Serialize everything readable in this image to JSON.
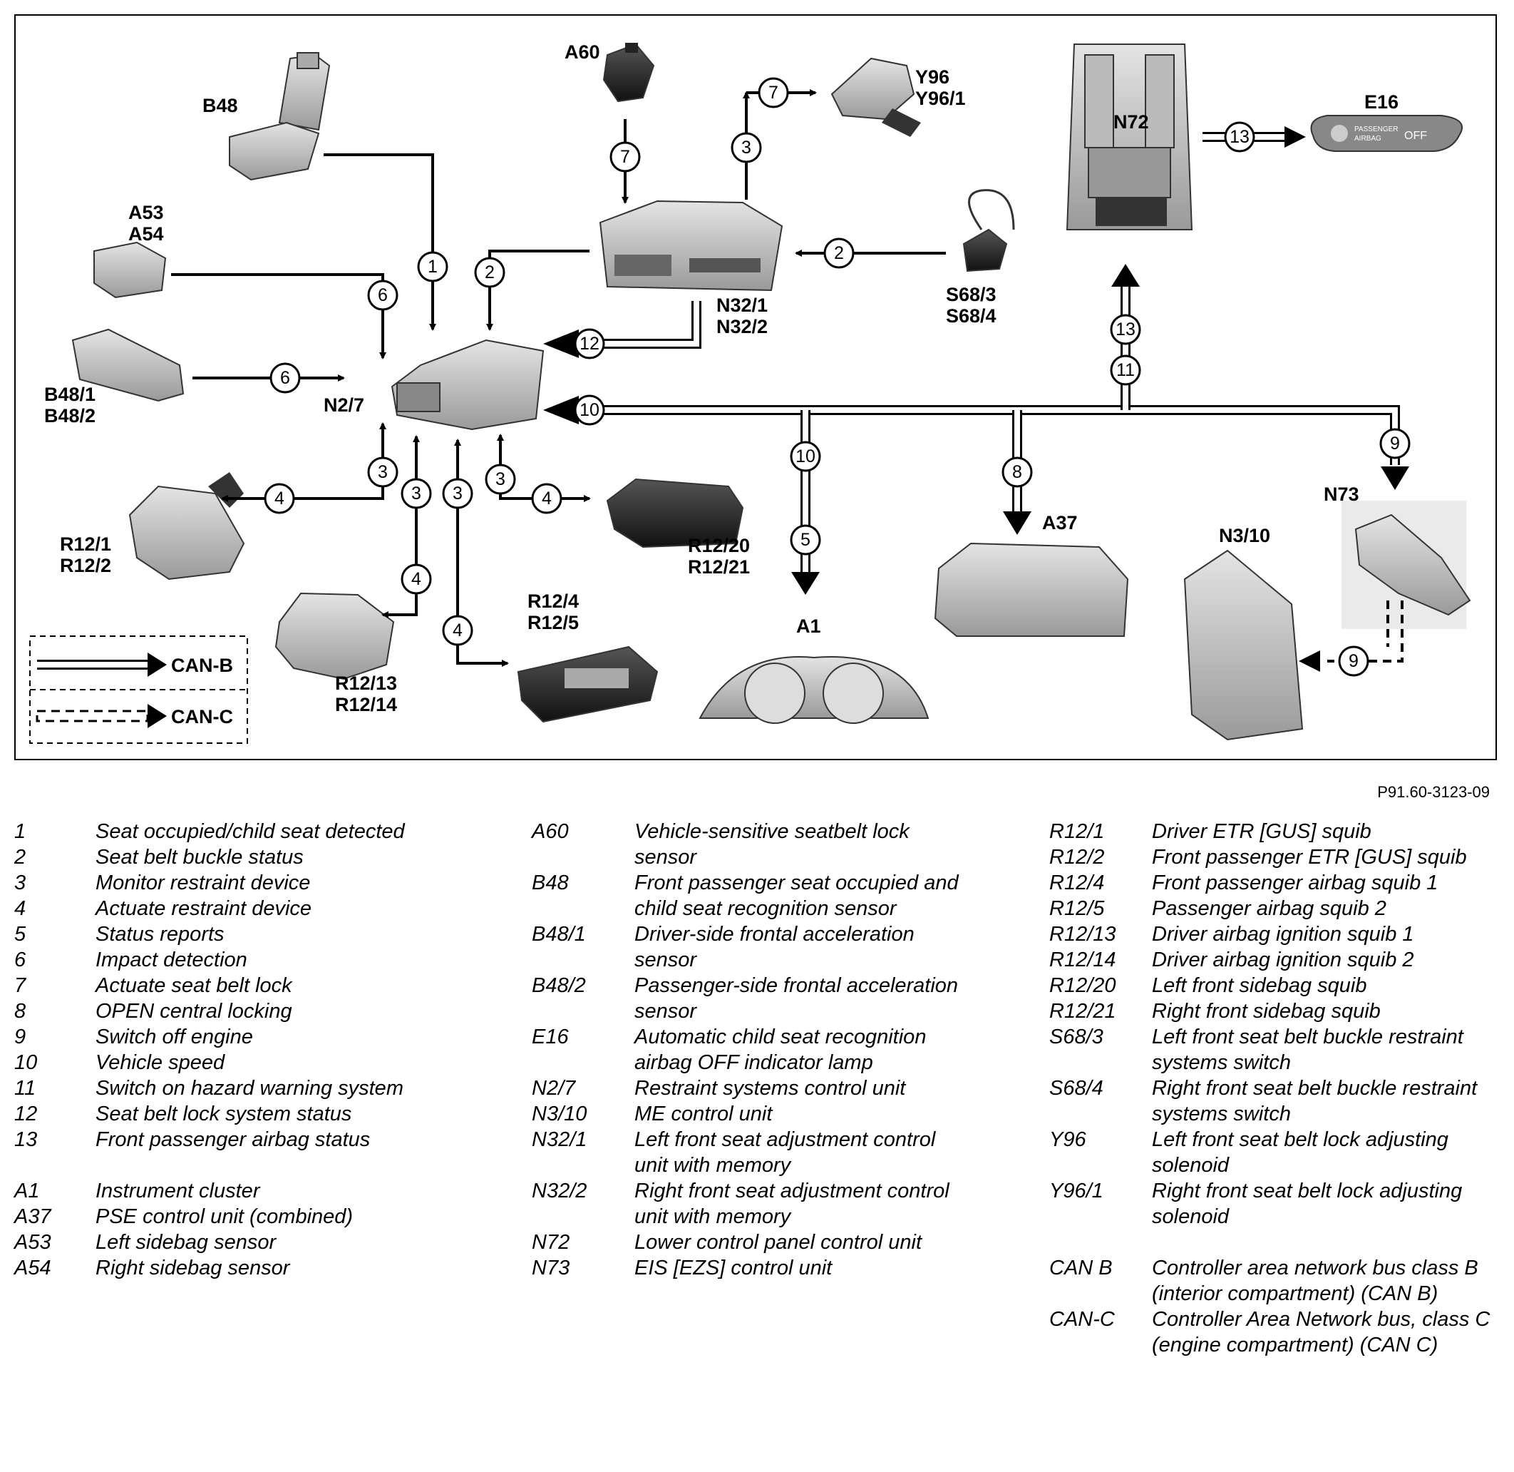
{
  "diagram": {
    "components": {
      "b48": "B48",
      "a60": "A60",
      "y96": "Y96",
      "y96_1": "Y96/1",
      "n72": "N72",
      "e16": "E16",
      "a53": "A53",
      "a54": "A54",
      "n32_1": "N32/1",
      "n32_2": "N32/2",
      "s68_3": "S68/3",
      "s68_4": "S68/4",
      "b48_1": "B48/1",
      "b48_2": "B48/2",
      "n2_7": "N2/7",
      "r12_1": "R12/1",
      "r12_2": "R12/2",
      "r12_20": "R12/20",
      "r12_21": "R12/21",
      "r12_13": "R12/13",
      "r12_14": "R12/14",
      "r12_4": "R12/4",
      "r12_5": "R12/5",
      "a1": "A1",
      "a37": "A37",
      "n3_10": "N3/10",
      "n73": "N73"
    },
    "signal_numbers": [
      "1",
      "2",
      "3",
      "4",
      "5",
      "6",
      "7",
      "8",
      "9",
      "10",
      "11",
      "12",
      "13"
    ],
    "bus_legend": {
      "can_b": "CAN-B",
      "can_c": "CAN-C"
    },
    "e16_lamp_text": {
      "line1": "PASSENGER",
      "line2": "AIRBAG",
      "off": "OFF"
    }
  },
  "figure_id": "P91.60-3123-09",
  "legend": {
    "col1": [
      {
        "code": "1",
        "desc": "Seat occupied/child seat detected"
      },
      {
        "code": "2",
        "desc": "Seat belt buckle status"
      },
      {
        "code": "3",
        "desc": "Monitor restraint device"
      },
      {
        "code": "4",
        "desc": "Actuate restraint device"
      },
      {
        "code": "5",
        "desc": "Status reports"
      },
      {
        "code": "6",
        "desc": "Impact detection"
      },
      {
        "code": "7",
        "desc": "Actuate seat belt lock"
      },
      {
        "code": "8",
        "desc": "OPEN central locking"
      },
      {
        "code": "9",
        "desc": "Switch off engine"
      },
      {
        "code": "10",
        "desc": "Vehicle speed"
      },
      {
        "code": "11",
        "desc": "Switch on hazard warning system"
      },
      {
        "code": "12",
        "desc": "Seat belt lock system status"
      },
      {
        "code": "13",
        "desc": "Front passenger airbag status"
      },
      {
        "code": "",
        "desc": ""
      },
      {
        "code": "A1",
        "desc": "Instrument cluster"
      },
      {
        "code": "A37",
        "desc": "PSE control unit (combined)"
      },
      {
        "code": "A53",
        "desc": "Left sidebag sensor"
      },
      {
        "code": "A54",
        "desc": "Right sidebag sensor"
      }
    ],
    "col2": [
      {
        "code": "A60",
        "desc": "Vehicle-sensitive seatbelt lock sensor"
      },
      {
        "code": "B48",
        "desc": "Front passenger seat occupied and child seat recognition sensor"
      },
      {
        "code": "B48/1",
        "desc": "Driver-side frontal acceleration sensor"
      },
      {
        "code": "B48/2",
        "desc": "Passenger-side frontal acceleration sensor"
      },
      {
        "code": "E16",
        "desc": "Automatic child seat recognition airbag OFF indicator lamp"
      },
      {
        "code": "N2/7",
        "desc": "Restraint systems control unit"
      },
      {
        "code": "N3/10",
        "desc": "ME control unit"
      },
      {
        "code": "N32/1",
        "desc": "Left front seat adjustment control unit with memory"
      },
      {
        "code": "N32/2",
        "desc": "Right front seat adjustment control unit with memory"
      },
      {
        "code": "N72",
        "desc": "Lower control panel control unit"
      },
      {
        "code": "N73",
        "desc": "EIS [EZS] control unit"
      }
    ],
    "col3": [
      {
        "code": "R12/1",
        "desc": "Driver ETR [GUS] squib"
      },
      {
        "code": "R12/2",
        "desc": "Front passenger ETR [GUS] squib"
      },
      {
        "code": "R12/4",
        "desc": "Front passenger airbag squib 1"
      },
      {
        "code": "R12/5",
        "desc": "Passenger airbag squib 2"
      },
      {
        "code": "R12/13",
        "desc": "Driver airbag ignition squib 1"
      },
      {
        "code": "R12/14",
        "desc": "Driver airbag ignition squib 2"
      },
      {
        "code": "R12/20",
        "desc": "Left front sidebag squib"
      },
      {
        "code": "R12/21",
        "desc": "Right front sidebag squib"
      },
      {
        "code": "S68/3",
        "desc": "Left front seat belt buckle restraint systems switch"
      },
      {
        "code": "S68/4",
        "desc": "Right front seat belt buckle restraint systems switch"
      },
      {
        "code": "Y96",
        "desc": "Left front seat belt lock adjusting solenoid"
      },
      {
        "code": "Y96/1",
        "desc": "Right front seat belt lock adjusting solenoid"
      },
      {
        "code": "",
        "desc": ""
      },
      {
        "code": "CAN B",
        "desc": "Controller area network bus class B (interior compartment) (CAN B)"
      },
      {
        "code": "CAN-C",
        "desc": "Controller Area Network bus, class C (engine compartment) (CAN C)"
      }
    ]
  }
}
